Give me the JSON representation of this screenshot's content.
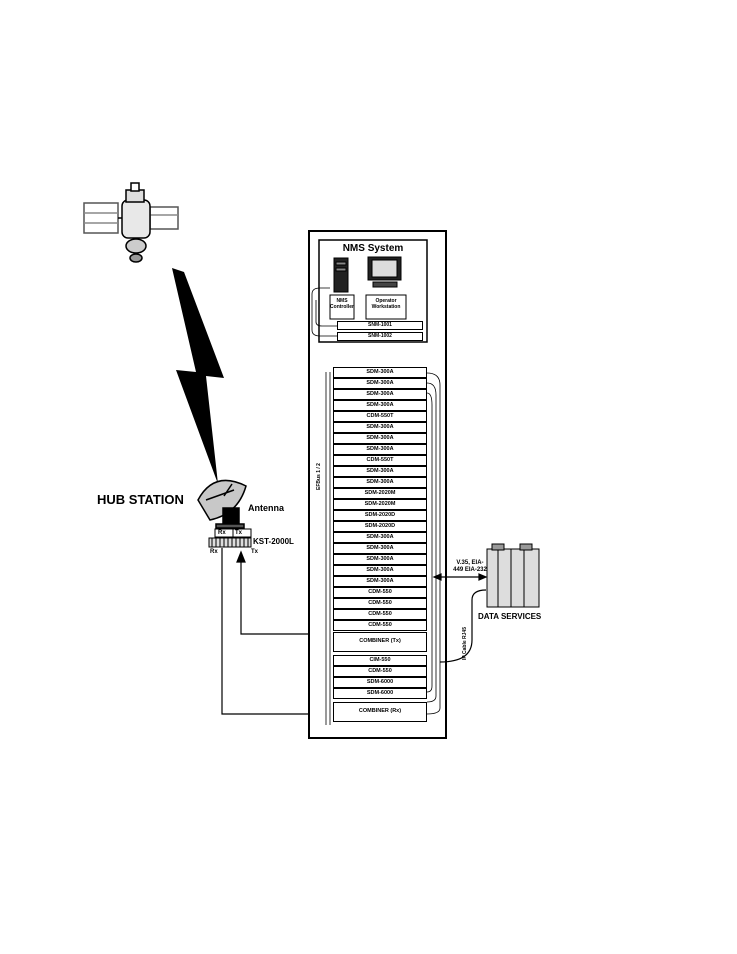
{
  "labels": {
    "hub_station": "HUB STATION",
    "antenna": "Antenna",
    "kst": "KST-2000L",
    "rx": "Rx",
    "tx": "Tx",
    "nms_system": "NMS System",
    "nms_controller": "NMS Controller",
    "operator_workstation": "Operator Workstation",
    "efbus": "EFBus 1 / 2",
    "data_services": "DATA SERVICES",
    "interfaces": "V.35, EIA-449 EIA-232",
    "ip_cable": "IP Cable RJ45"
  },
  "snm": [
    "SNM-1001",
    "SNM-1002"
  ],
  "modules": [
    "SDM-300A",
    "SDM-300A",
    "SDM-300A",
    "SDM-300A",
    "CDM-550T",
    "SDM-300A",
    "SDM-300A",
    "SDM-300A",
    "CDM-550T",
    "SDM-300A",
    "SDM-300A",
    "SDM-2020M",
    "SDM-2020M",
    "SDM-2020D",
    "SDM-2020D",
    "SDM-300A",
    "SDM-300A",
    "SDM-300A",
    "SDM-300A",
    "SDM-300A",
    "CDM-550",
    "CDM-550",
    "CDM-550",
    "CDM-550"
  ],
  "combiner_tx": "COMBINER (Tx)",
  "modules_lower": [
    "CIM-550",
    "CDM-550",
    "SDM-6000",
    "SDM-6000"
  ],
  "combiner_rx": "COMBINER (Rx)"
}
